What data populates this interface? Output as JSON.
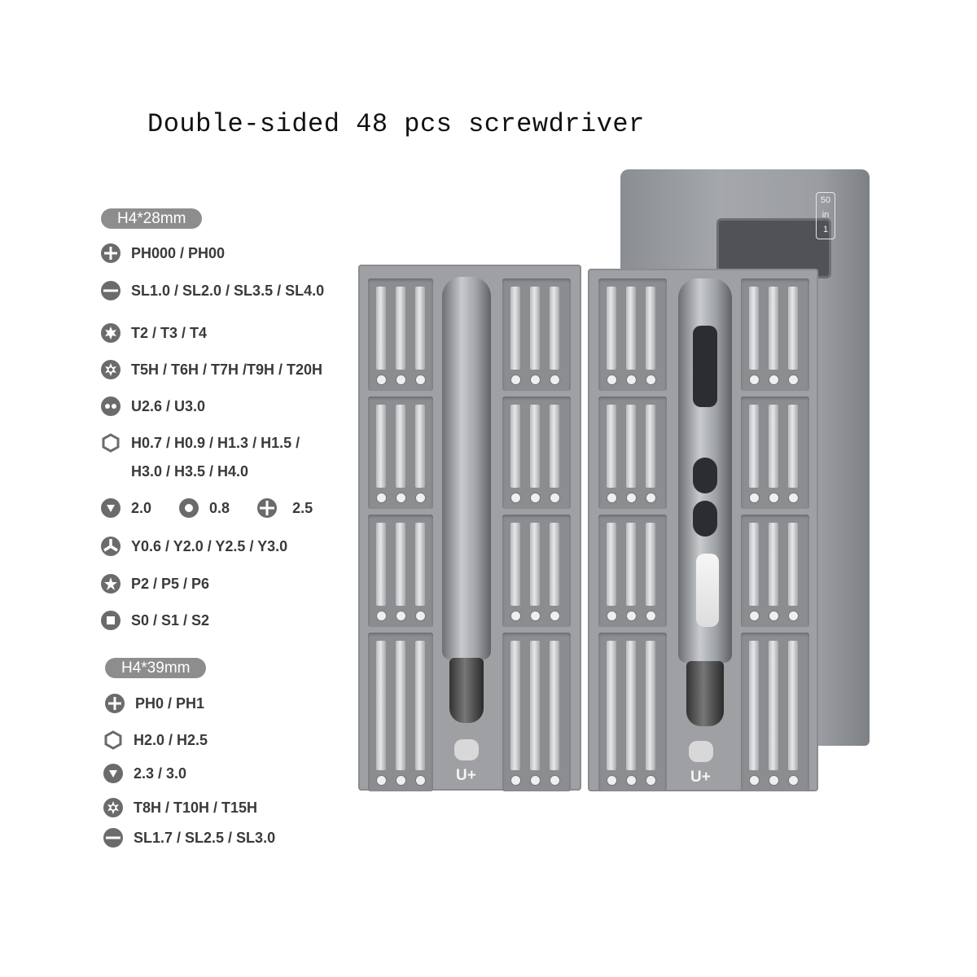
{
  "title": "Double-sided 48 pcs screwdriver",
  "colors": {
    "pill_bg": "#8d8d8d",
    "icon_bg": "#6b6b6b",
    "case": "#9ea0a4"
  },
  "section1": {
    "label": "H4*28mm",
    "items": [
      {
        "icon": "phillips-icon",
        "text": "PH000 / PH00"
      },
      {
        "icon": "slotted-icon",
        "text": "SL1.0 / SL2.0 / SL3.5 / SL4.0"
      },
      {
        "icon": "torx-icon",
        "text": "T2 / T3 / T4"
      },
      {
        "icon": "torx-hole-icon",
        "text": "T5H / T6H / T7H /T9H / T20H"
      },
      {
        "icon": "u-shape-icon",
        "text": "U2.6 / U3.0"
      },
      {
        "icon": "hex-icon",
        "text": "H0.7 / H0.9 / H1.3 / H1.5 /",
        "text2": "H3.0 / H3.5 / H4.0"
      },
      {
        "icon": "triangle-icon",
        "text": "2.0",
        "icon_b": "round-icon",
        "text_b": "0.8",
        "icon_c": "cross-icon",
        "text_c": "2.5"
      },
      {
        "icon": "tri-wing-icon",
        "text": "Y0.6 / Y2.0 / Y2.5 / Y3.0"
      },
      {
        "icon": "pentalobe-icon",
        "text": "P2 / P5 / P6"
      },
      {
        "icon": "square-icon",
        "text": "S0 / S1 / S2"
      }
    ]
  },
  "section2": {
    "label": "H4*39mm",
    "items": [
      {
        "icon": "phillips-icon",
        "text": "PH0 / PH1"
      },
      {
        "icon": "hex-icon",
        "text": "H2.0 / H2.5"
      },
      {
        "icon": "triangle-icon",
        "text": "2.3 / 3.0"
      },
      {
        "icon": "torx-icon",
        "text": "T8H / T10H / T15H"
      },
      {
        "icon": "slotted-icon",
        "text": "SL1.7 / SL2.5 / SL3.0"
      }
    ]
  },
  "product": {
    "case_badge": [
      "50",
      "in",
      "1"
    ],
    "cap_label_left": "U+",
    "cap_label_right": "U+"
  }
}
